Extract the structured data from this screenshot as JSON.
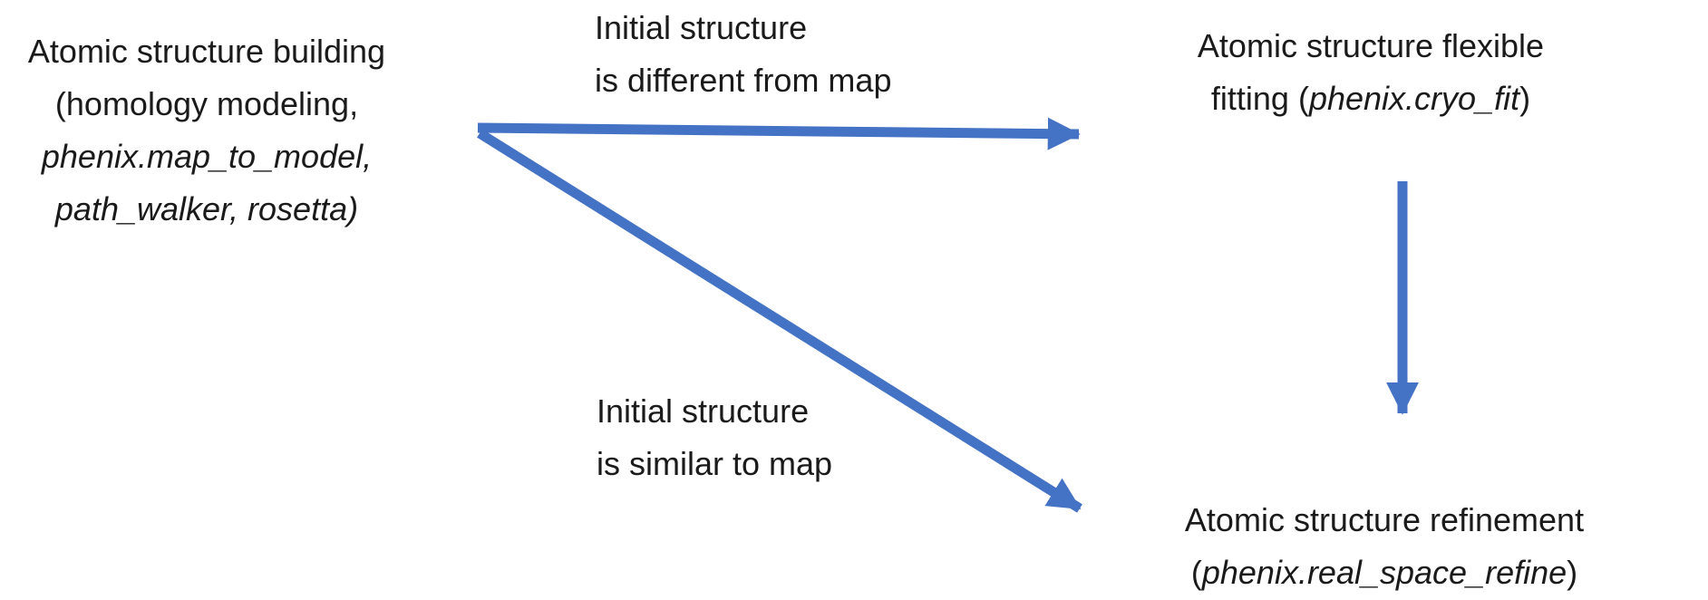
{
  "colors": {
    "arrow": "#4472C4",
    "text": "#1a1a1a",
    "background": "#ffffff"
  },
  "nodes": {
    "building": {
      "line1": "Atomic structure building",
      "line2": "(homology modeling,",
      "line3_italic": "phenix.map_to_model,",
      "line4_italic": "path_walker, rosetta)"
    },
    "fitting": {
      "line1": "Atomic structure flexible",
      "line2_prefix": "fitting (",
      "line2_italic": "phenix.cryo_fit",
      "line2_suffix": ")"
    },
    "refinement": {
      "line1": "Atomic structure refinement",
      "line2_prefix": "(",
      "line2_italic": "phenix.real_space_refine",
      "line2_suffix": ")"
    }
  },
  "edge_labels": {
    "different_from_map": {
      "line1": "Initial structure",
      "line2": "is different from map"
    },
    "similar_to_map": {
      "line1": "Initial structure",
      "line2": "is similar to map"
    }
  },
  "connections": [
    {
      "from": "building",
      "to": "fitting",
      "label": "Initial structure is different from map"
    },
    {
      "from": "building",
      "to": "refinement",
      "label": "Initial structure is similar to map"
    },
    {
      "from": "fitting",
      "to": "refinement",
      "label": ""
    }
  ]
}
